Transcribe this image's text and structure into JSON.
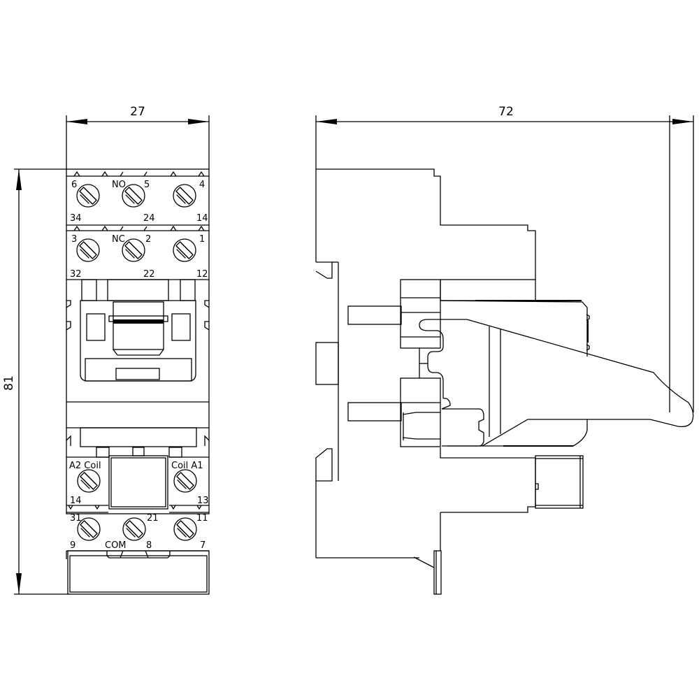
{
  "drawing": {
    "type": "dimensional drawing - auxiliary contactor / relay",
    "stroke_color": "#000000",
    "background": "#ffffff"
  },
  "front_view": {
    "dimensions": {
      "width": "27",
      "height": "81"
    },
    "top_block_no": {
      "label": "NO",
      "upper_terminals": [
        "6",
        "5",
        "4"
      ],
      "lower_terminals": [
        "34",
        "24",
        "14"
      ]
    },
    "top_block_nc": {
      "label": "NC",
      "upper_terminals": [
        "3",
        "2",
        "1"
      ],
      "lower_terminals": [
        "32",
        "22",
        "12"
      ]
    },
    "coil_block": {
      "left_label": "A2 Coil",
      "right_label": "Coil A1",
      "left_lower": "14",
      "right_lower": "13"
    },
    "bottom_block_com": {
      "label": "COM",
      "upper_terminals": [
        "31",
        "21",
        "11"
      ],
      "lower_terminals": [
        "9",
        "8",
        "7"
      ]
    }
  },
  "side_view": {
    "dimensions": {
      "depth": "72"
    }
  }
}
